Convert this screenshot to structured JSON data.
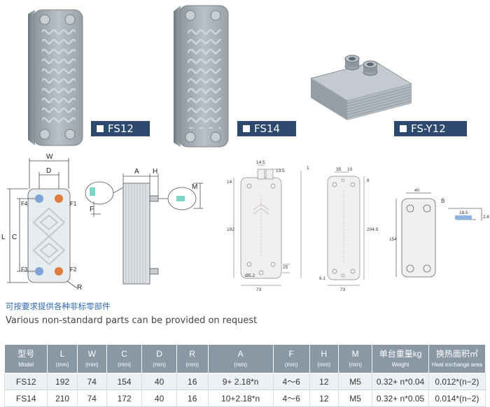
{
  "products": [
    {
      "label": "FS12"
    },
    {
      "label": "FS14"
    },
    {
      "label": "FS-Y12"
    }
  ],
  "drawing_labels": {
    "W": "W",
    "D": "D",
    "L": "L",
    "C": "C",
    "R": "R",
    "F1": "F1",
    "F2": "F2",
    "F3": "F3",
    "F4": "F4",
    "A": "A",
    "H": "H",
    "M": "M",
    "F": "F",
    "B": "B"
  },
  "dims": {
    "d14_5": "14.5",
    "d13_5": "13.5",
    "d1": "1",
    "d14": "14",
    "d192": "192",
    "d25": "25",
    "d5_2": "Ø5.2",
    "d73a": "73",
    "d35": "35",
    "d10": "10",
    "d8": "8",
    "d204_5": "204.5",
    "d6_1": "6.1",
    "d73b": "73",
    "d40": "40",
    "d154": "154",
    "d18_5": "18.5",
    "d2_6": "2.6"
  },
  "notes": {
    "cn": "可按要求提供各种非标零部件",
    "en": "Various non-standard parts can be provided on request"
  },
  "table": {
    "headers": [
      {
        "top": "型号",
        "bottom": "Model"
      },
      {
        "top": "L",
        "bottom": "(mm)"
      },
      {
        "top": "W",
        "bottom": "(mm)"
      },
      {
        "top": "C",
        "bottom": "(mm)"
      },
      {
        "top": "D",
        "bottom": "(mm)"
      },
      {
        "top": "R",
        "bottom": "(mm)"
      },
      {
        "top": "A",
        "bottom": "(mm)"
      },
      {
        "top": "F",
        "bottom": "(mm)"
      },
      {
        "top": "H",
        "bottom": "(mm)"
      },
      {
        "top": "M",
        "bottom": "(mm)"
      },
      {
        "top": "单台重量kg",
        "bottom": "Weight"
      },
      {
        "top": "换热面积㎡",
        "bottom": "Heat exchange area"
      }
    ],
    "rows": [
      [
        "FS12",
        "192",
        "74",
        "154",
        "40",
        "16",
        "9+ 2.18*n",
        "4～6",
        "12",
        "M5",
        "0.32+ n*0.04",
        "0.012*(n−2)"
      ],
      [
        "FS14",
        "210",
        "74",
        "172",
        "40",
        "16",
        "10+2.18*n",
        "4～6",
        "12",
        "M5",
        "0.32+ n*0.05",
        "0.014*(n−2)"
      ]
    ]
  }
}
